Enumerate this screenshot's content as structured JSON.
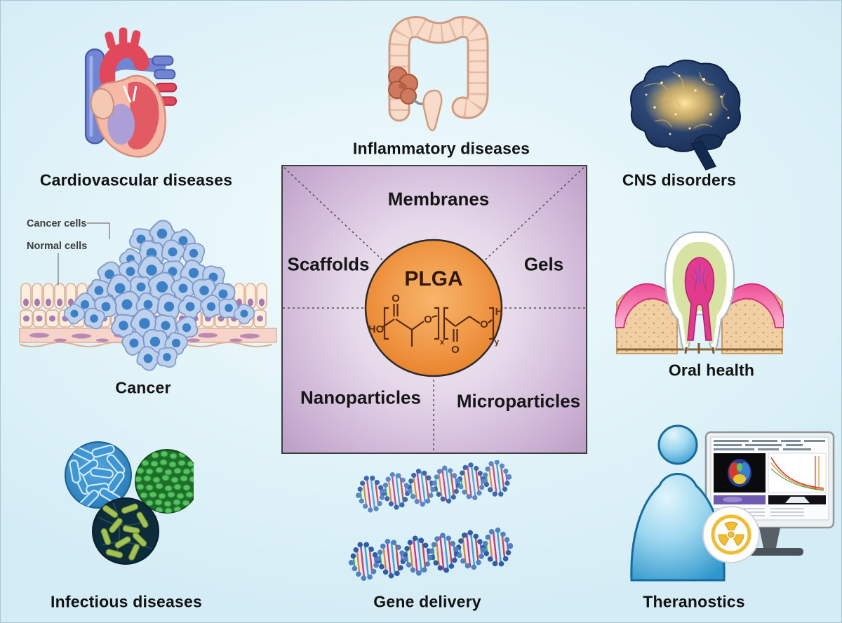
{
  "figure": {
    "name": "PLGA formulations and biomedical applications overview"
  },
  "center": {
    "polymer": "PLGA",
    "formulations": [
      {
        "label": "Membranes"
      },
      {
        "label": "Scaffolds"
      },
      {
        "label": "Gels"
      },
      {
        "label": "Nanoparticles"
      },
      {
        "label": "Microparticles"
      }
    ],
    "chemistry": {
      "ho": "HO",
      "o": "O",
      "h": "H",
      "x": "x",
      "y": "y"
    }
  },
  "applications": [
    {
      "label": "Cardiovascular diseases"
    },
    {
      "label": "Inflammatory diseases"
    },
    {
      "label": "CNS disorders"
    },
    {
      "label": "Cancer"
    },
    {
      "label": "Oral health"
    },
    {
      "label": "Infectious diseases"
    },
    {
      "label": "Gene delivery"
    },
    {
      "label": "Theranostics"
    }
  ],
  "cancer_annotations": {
    "cancer_cells": "Cancer cells",
    "normal_cells": "Normal cells"
  },
  "colors": {
    "background": "#ddf1f8",
    "panel_edge": "#ba9ec5",
    "panel_center": "#f3edf4",
    "plga_circle": "#ef8e3b",
    "structure_ink": "#5a2a08",
    "label_ink": "#121212"
  }
}
